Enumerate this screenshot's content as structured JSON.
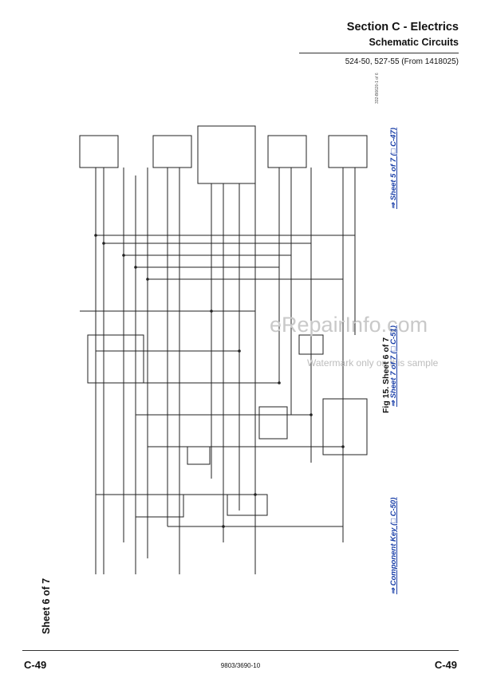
{
  "header": {
    "section_title": "Section C - Electrics",
    "subtitle": "Schematic Circuits",
    "models": "524-50, 527-55 (From 1418025)"
  },
  "side": {
    "sheet_label": "Sheet 6 of 7",
    "figure_caption": "Fig 15. Sheet 6 of 7",
    "link_sheet5": "⇒ Sheet 5 of 7 (□ C-47)",
    "link_sheet7": "⇒ Sheet 7 of 7 (□ C-51)",
    "link_component_key": "⇒ Component Key (□ C-50)",
    "ref_code": "332-B6620-1 of 6"
  },
  "watermark": {
    "brand": "eRepairInfo.com",
    "note": "Watermark only on this sample"
  },
  "footer": {
    "page_left": "C-49",
    "doc_number": "9803/3690-10",
    "page_right": "C-49"
  },
  "colors": {
    "line": "#222222",
    "link": "#1a3fa8",
    "watermark": "#c9c9c9"
  }
}
